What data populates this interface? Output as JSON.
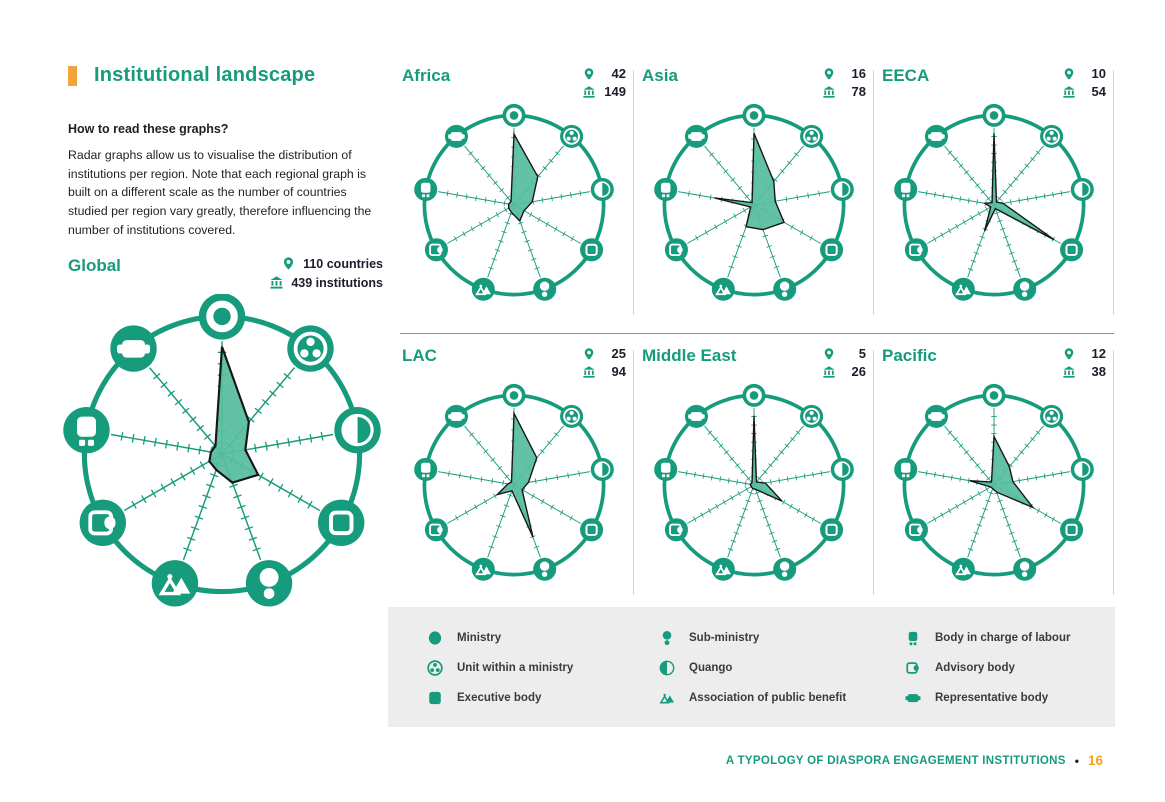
{
  "document": {
    "title": "Institutional landscape",
    "howto_heading": "How to read these graphs?",
    "howto_body": "Radar graphs allow us to visualise the distribution of institutions per region. Note that each regional graph is built on a different scale as the number of countries studied per region vary greatly, therefore influencing the number of institutions covered.",
    "footer_text": "A TYPOLOGY OF DIASPORA ENGAGEMENT INSTITUTIONS",
    "footer_separator": "•",
    "footer_page": "16"
  },
  "colors": {
    "teal": "#169B7C",
    "polygon_fill": "#57BD9E",
    "polygon_outline": "#161616",
    "orange_accent": "#F2A43B",
    "page_number_orange": "#F6A21E",
    "text_dark": "#231F20",
    "legend_background": "#EDEDED"
  },
  "chart_data": {
    "type": "radar",
    "categories": [
      "Ministry",
      "Unit within a ministry",
      "Quango",
      "Executive body",
      "Sub-ministry",
      "Association of public benefit",
      "Advisory body",
      "Body in charge of labour",
      "Representative body"
    ],
    "axis_icons": [
      "ministry-icon",
      "unit-within-ministry-icon",
      "quango-icon",
      "executive-body-icon",
      "sub-ministry-icon",
      "association-of-public-benefit-icon",
      "advisory-body-icon",
      "body-in-charge-of-labour-icon",
      "representative-body-icon"
    ],
    "charts": [
      {
        "region": "Global",
        "countries": "110 countries",
        "institutions": "439 institutions",
        "values": [
          0.95,
          0.37,
          0.21,
          0.37,
          0.27,
          0.15,
          0.13,
          0.1,
          0.09
        ],
        "tick_marks_per_axis": 9
      },
      {
        "region": "Africa",
        "countries": "42",
        "institutions": "149",
        "values": [
          0.92,
          0.48,
          0.24,
          0.15,
          0.22,
          0.1,
          0.08,
          0.07,
          0.06
        ],
        "tick_marks_per_axis": 7
      },
      {
        "region": "Asia",
        "countries": "16",
        "institutions": "78",
        "values": [
          0.93,
          0.4,
          0.28,
          0.45,
          0.34,
          0.3,
          0.05,
          0.52,
          0.04
        ],
        "tick_marks_per_axis": 6
      },
      {
        "region": "EECA",
        "countries": "10",
        "institutions": "54",
        "values": [
          0.93,
          0.05,
          0.12,
          0.9,
          0.05,
          0.36,
          0.05,
          0.12,
          0.04
        ],
        "tick_marks_per_axis": 8
      },
      {
        "region": "LAC",
        "countries": "25",
        "institutions": "94",
        "values": [
          0.93,
          0.46,
          0.19,
          0.12,
          0.72,
          0.08,
          0.25,
          0.08,
          0.05
        ],
        "tick_marks_per_axis": 6
      },
      {
        "region": "Middle East",
        "countries": "5",
        "institutions": "26",
        "values": [
          0.9,
          0.05,
          0.15,
          0.42,
          0.06,
          0.05,
          0.04,
          0.05,
          0.04
        ],
        "tick_marks_per_axis": 8
      },
      {
        "region": "Pacific",
        "countries": "12",
        "institutions": "38",
        "values": [
          0.63,
          0.31,
          0.25,
          0.58,
          0.1,
          0.05,
          0.05,
          0.32,
          0.05
        ],
        "tick_marks_per_axis": 8
      }
    ]
  },
  "legend": {
    "items": [
      {
        "icon": "ministry-icon",
        "label": "Ministry"
      },
      {
        "icon": "unit-within-ministry-icon",
        "label": "Unit within a ministry"
      },
      {
        "icon": "executive-body-icon",
        "label": "Executive body"
      },
      {
        "icon": "sub-ministry-icon",
        "label": "Sub-ministry"
      },
      {
        "icon": "quango-icon",
        "label": "Quango"
      },
      {
        "icon": "association-of-public-benefit-icon",
        "label": "Association of public benefit"
      },
      {
        "icon": "body-in-charge-of-labour-icon",
        "label": "Body in charge of labour"
      },
      {
        "icon": "advisory-body-icon",
        "label": "Advisory body"
      },
      {
        "icon": "representative-body-icon",
        "label": "Representative body"
      }
    ]
  }
}
